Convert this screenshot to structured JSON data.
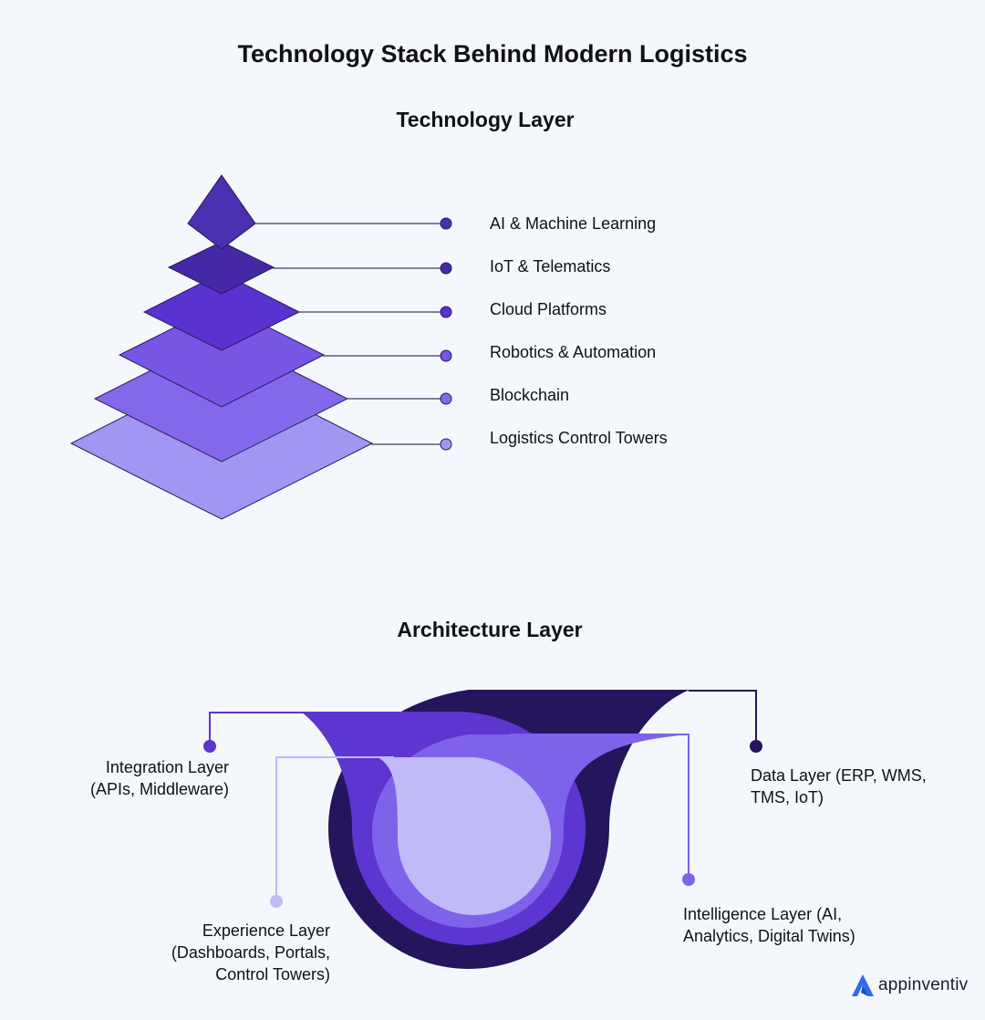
{
  "title": "Technology Stack Behind Modern Logistics",
  "technology_layer": {
    "heading": "Technology Layer",
    "items": [
      {
        "label": "AI & Machine Learning",
        "color": "#4a2fb0"
      },
      {
        "label": "IoT & Telematics",
        "color": "#4528a6"
      },
      {
        "label": "Cloud Platforms",
        "color": "#5a32cf"
      },
      {
        "label": "Robotics & Automation",
        "color": "#7656e2"
      },
      {
        "label": "Blockchain",
        "color": "#8468ec"
      },
      {
        "label": "Logistics Control Towers",
        "color": "#a196f2"
      }
    ]
  },
  "architecture_layer": {
    "heading": "Architecture Layer",
    "layers": [
      {
        "name": "integration",
        "lines": [
          "Integration Layer",
          "(APIs, Middleware)"
        ],
        "color": "#5d35d0"
      },
      {
        "name": "data",
        "lines": [
          "Data Layer (ERP, WMS,",
          "TMS, IoT)"
        ],
        "color": "#25155c"
      },
      {
        "name": "experience",
        "lines": [
          "Experience Layer",
          "(Dashboards, Portals,",
          "Control Towers)"
        ],
        "color": "#c0baf8"
      },
      {
        "name": "intelligence",
        "lines": [
          "Intelligence Layer (AI,",
          "Analytics, Digital Twins)"
        ],
        "color": "#7e62ea"
      }
    ]
  },
  "brand": {
    "name": "appinventiv",
    "logo_icon": "appinventiv-logo-icon",
    "color": "#2e6bf2"
  }
}
